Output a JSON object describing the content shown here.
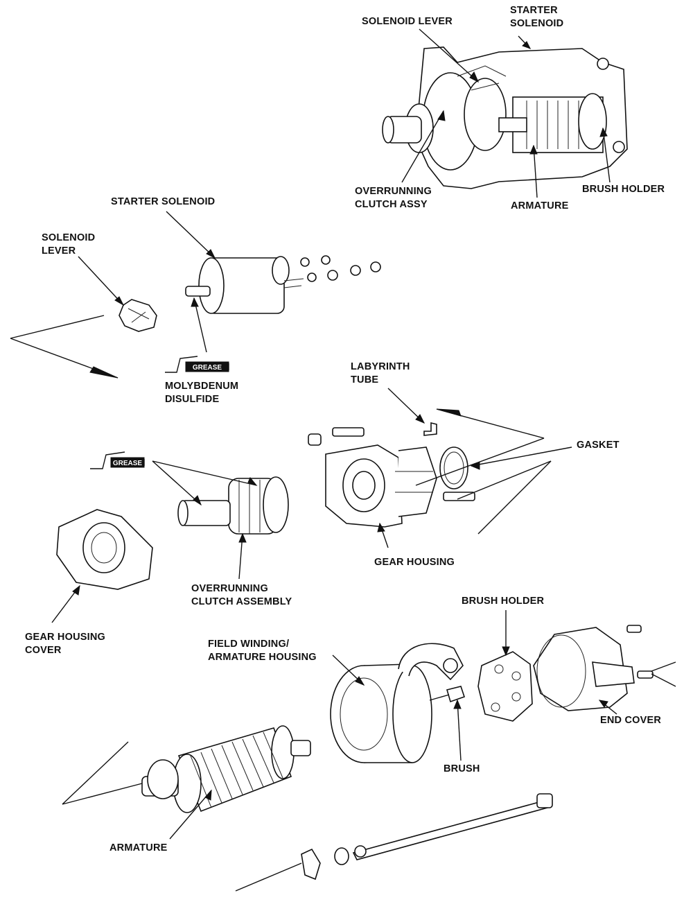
{
  "labels": {
    "solenoid_lever_top": "SOLENOID LEVER",
    "starter_solenoid_top_1": "STARTER",
    "starter_solenoid_top_2": "SOLENOID",
    "overrunning_clutch_assy_1": "OVERRUNNING",
    "overrunning_clutch_assy_2": "CLUTCH ASSY",
    "armature_top": "ARMATURE",
    "brush_holder_top": "BRUSH HOLDER",
    "starter_solenoid": "STARTER SOLENOID",
    "solenoid_lever_1": "SOLENOID",
    "solenoid_lever_2": "LEVER",
    "molybdenum_1": "MOLYBDENUM",
    "molybdenum_2": "DISULFIDE",
    "labyrinth_1": "LABYRINTH",
    "labyrinth_2": "TUBE",
    "gasket": "GASKET",
    "gear_housing": "GEAR HOUSING",
    "overrunning_clutch_assembly_1": "OVERRUNNING",
    "overrunning_clutch_assembly_2": "CLUTCH ASSEMBLY",
    "gear_housing_cover_1": "GEAR HOUSING",
    "gear_housing_cover_2": "COVER",
    "field_winding_1": "FIELD WINDING/",
    "field_winding_2": "ARMATURE HOUSING",
    "brush_holder": "BRUSH HOLDER",
    "end_cover": "END COVER",
    "brush": "BRUSH",
    "armature": "ARMATURE"
  },
  "grease_tags": {
    "upper": "GREASE",
    "lower": "GREASE"
  }
}
